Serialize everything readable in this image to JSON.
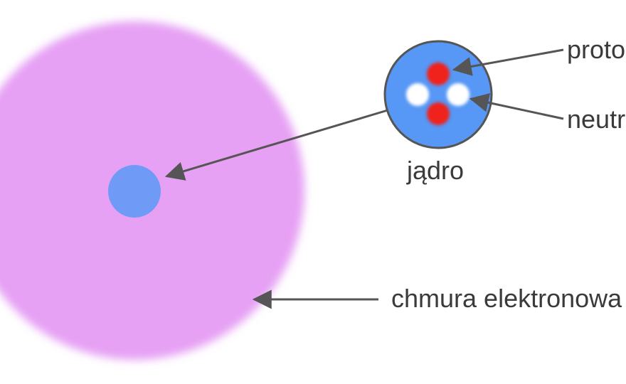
{
  "labels": {
    "protons": "protony",
    "neutrons": "neutrony",
    "nucleus": "jądro",
    "electron_cloud": "chmura elektronowa"
  },
  "colors": {
    "electron_cloud": "#e6a0f4",
    "nucleus_small": "#6f9bf6",
    "nucleus_large": "#5797f5",
    "nucleus_outline": "#555555",
    "proton": "#f0201f",
    "neutron": "#ffffff",
    "arrow": "#555555",
    "text": "#3a3a3a"
  }
}
